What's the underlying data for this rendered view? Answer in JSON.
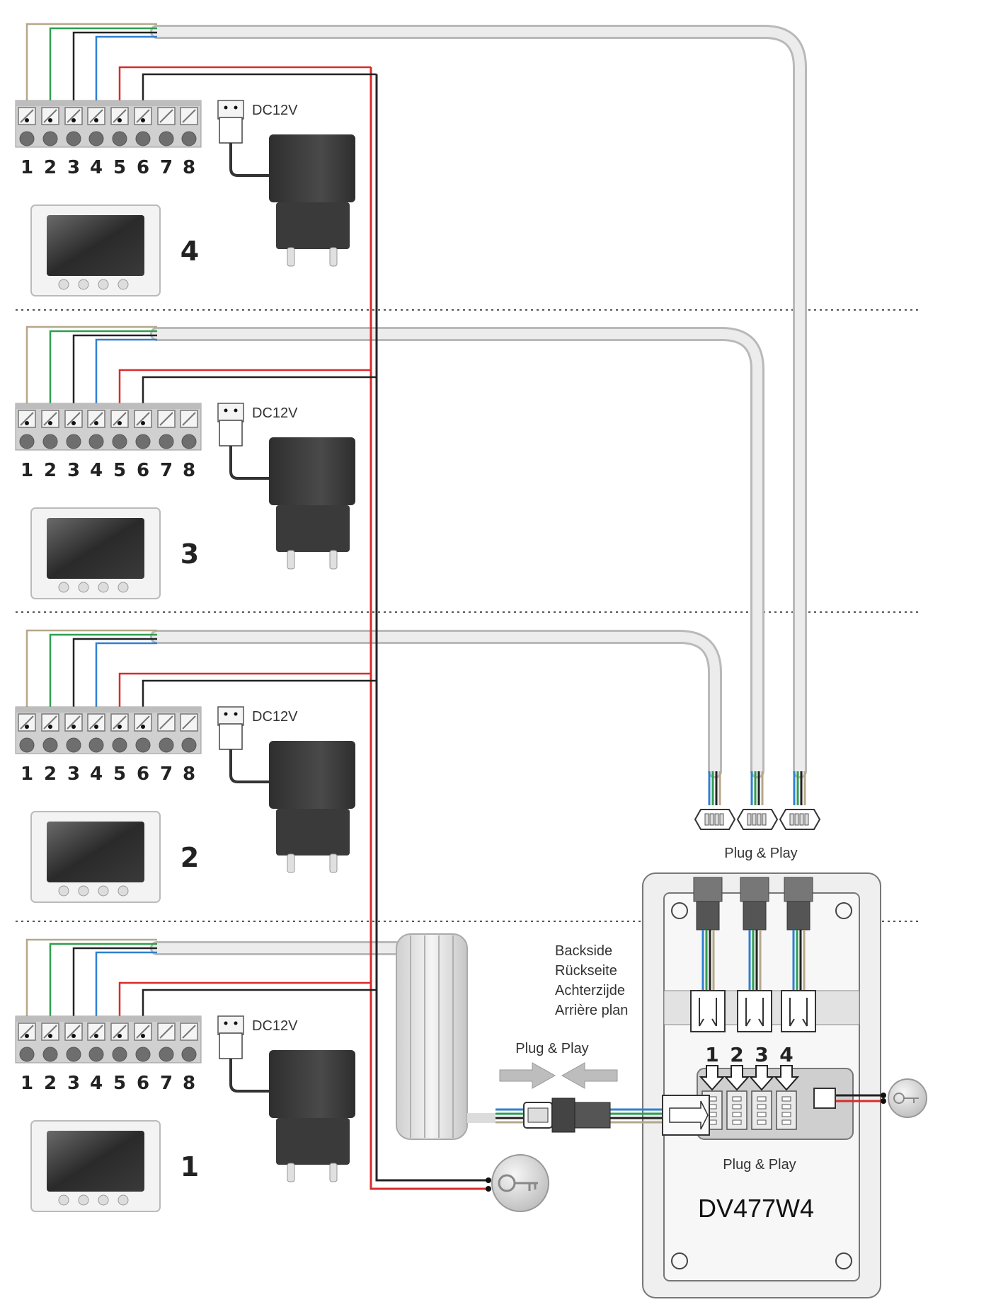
{
  "terminal_labels": [
    "1",
    "2",
    "3",
    "4",
    "5",
    "6",
    "7",
    "8"
  ],
  "units": [
    {
      "number": "4",
      "power_label": "DC12V"
    },
    {
      "number": "3",
      "power_label": "DC12V"
    },
    {
      "number": "2",
      "power_label": "DC12V"
    },
    {
      "number": "1",
      "power_label": "DC12V"
    }
  ],
  "plug_play_top": "Plug & Play",
  "plug_play_left": "Plug & Play",
  "plug_play_bottom": "Plug & Play",
  "backside_labels": [
    "Backside",
    "Rückseite",
    "Achterzijde",
    "Arrière plan"
  ],
  "port_numbers": [
    "1",
    "2",
    "3",
    "4"
  ],
  "model": "DV477W4",
  "colors": {
    "wire_tan": "#b5a78a",
    "wire_green": "#2e9e4f",
    "wire_black": "#222222",
    "wire_blue": "#2f7fd1",
    "wire_red": "#d92b2b",
    "cable_grey": "#dcdcdc",
    "adapter": "#3c3c3c"
  },
  "icons": [
    "key-icon",
    "monitor-icon",
    "power-adapter-icon",
    "connector-icon"
  ]
}
